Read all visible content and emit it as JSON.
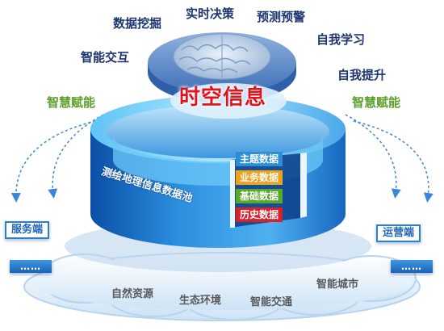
{
  "capabilities": {
    "data_mining": "数据挖掘",
    "realtime_decision": "实时决策",
    "prediction_warning": "预测预警",
    "smart_interaction": "智能交互",
    "self_learning": "自我学习",
    "self_improvement": "自我提升"
  },
  "empowerment": {
    "left": "智慧赋能",
    "right": "智慧赋能"
  },
  "core_title": "时空信息",
  "pool_label": "测绘地理信息数据池",
  "data_layers": [
    {
      "label": "主题数据",
      "color": "#2b8fd6"
    },
    {
      "label": "业务数据",
      "color": "#f0a21a"
    },
    {
      "label": "基础数据",
      "color": "#58a82c"
    },
    {
      "label": "历史数据",
      "color": "#d7222a"
    }
  ],
  "terminals": {
    "service": "服务端",
    "operation": "运营端",
    "left_placeholder": "……",
    "right_placeholder": "……"
  },
  "applications": [
    "自然资源",
    "生态环境",
    "智能交通",
    "智能城市"
  ]
}
